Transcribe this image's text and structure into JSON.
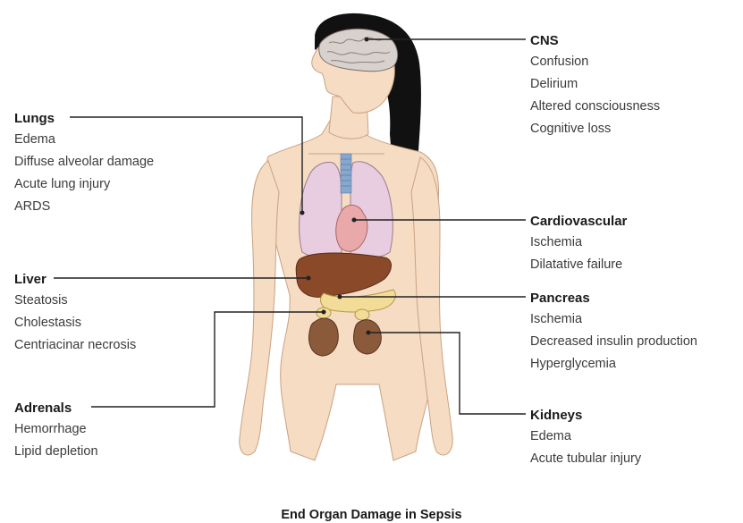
{
  "title": "End Organ Damage in Sepsis",
  "organs": {
    "cns": {
      "name": "CNS",
      "effects": [
        "Confusion",
        "Delirium",
        "Altered consciousness",
        "Cognitive loss"
      ]
    },
    "lungs": {
      "name": "Lungs",
      "effects": [
        "Edema",
        "Diffuse alveolar damage",
        "Acute lung injury",
        "ARDS"
      ]
    },
    "cardiovascular": {
      "name": "Cardiovascular",
      "effects": [
        "Ischemia",
        "Dilatative failure"
      ]
    },
    "liver": {
      "name": "Liver",
      "effects": [
        "Steatosis",
        "Cholestasis",
        "Centriacinar necrosis"
      ]
    },
    "pancreas": {
      "name": "Pancreas",
      "effects": [
        "Ischemia",
        "Decreased insulin production",
        "Hyperglycemia"
      ]
    },
    "adrenals": {
      "name": "Adrenals",
      "effects": [
        "Hemorrhage",
        "Lipid depletion"
      ]
    },
    "kidneys": {
      "name": "Kidneys",
      "effects": [
        "Edema",
        "Acute tubular injury"
      ]
    }
  },
  "colors": {
    "skin": "#f5dcc2",
    "skin_outline": "#c9a284",
    "hair": "#111111",
    "brain": "#d9d1cd",
    "lungs": "#e8cde0",
    "liver": "#8a4a2a",
    "heart": "#e9a9aa",
    "kidney": "#8a5a3a",
    "pancreas": "#f2dc98",
    "trachea": "#88a7cc",
    "leader_line": "#222222"
  }
}
